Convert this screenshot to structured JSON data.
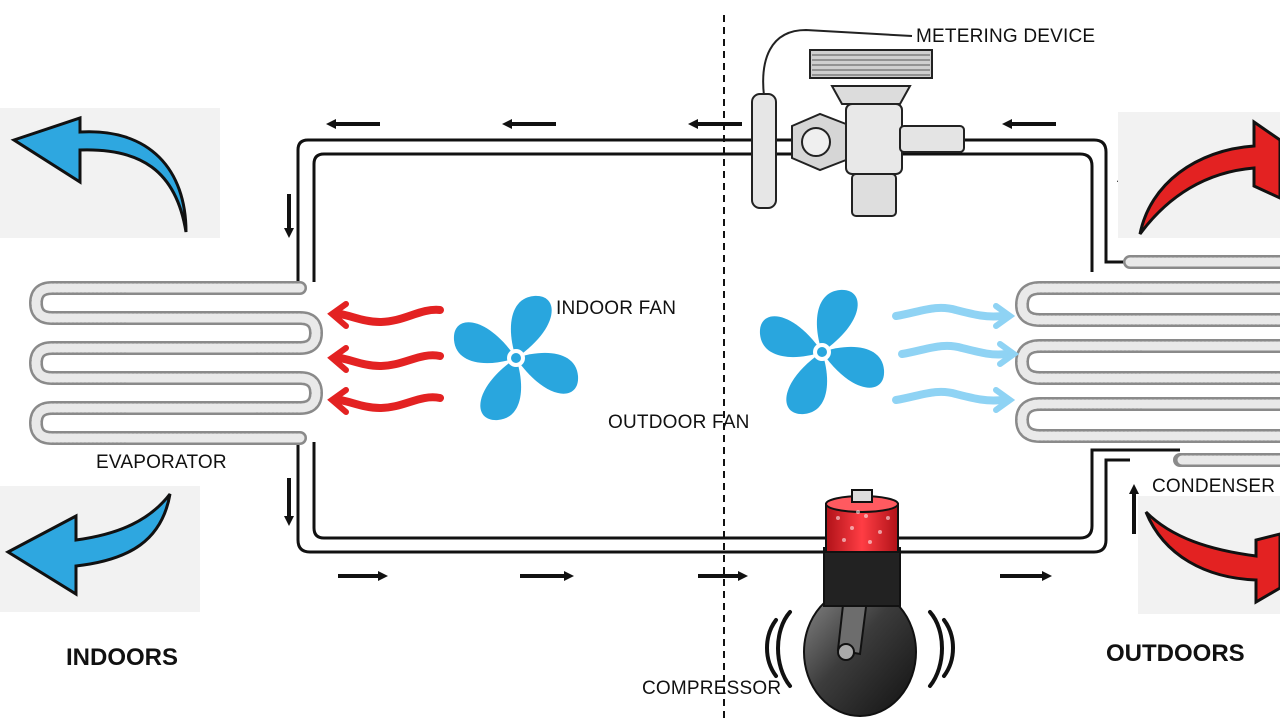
{
  "labels": {
    "metering_device": "METERING DEVICE",
    "indoor_fan": "INDOOR FAN",
    "outdoor_fan": "OUTDOOR FAN",
    "evaporator": "EVAPORATOR",
    "condenser": "CONDENSER",
    "indoors": "INDOORS",
    "outdoors": "OUTDOORS",
    "compressor": "COMPRESSOR"
  },
  "colors": {
    "cold_air": "#2ea7e0",
    "hot_air": "#e32222",
    "fan": "#29a6de",
    "pipe": "#111111",
    "compressor_cap": "#e11b24"
  }
}
